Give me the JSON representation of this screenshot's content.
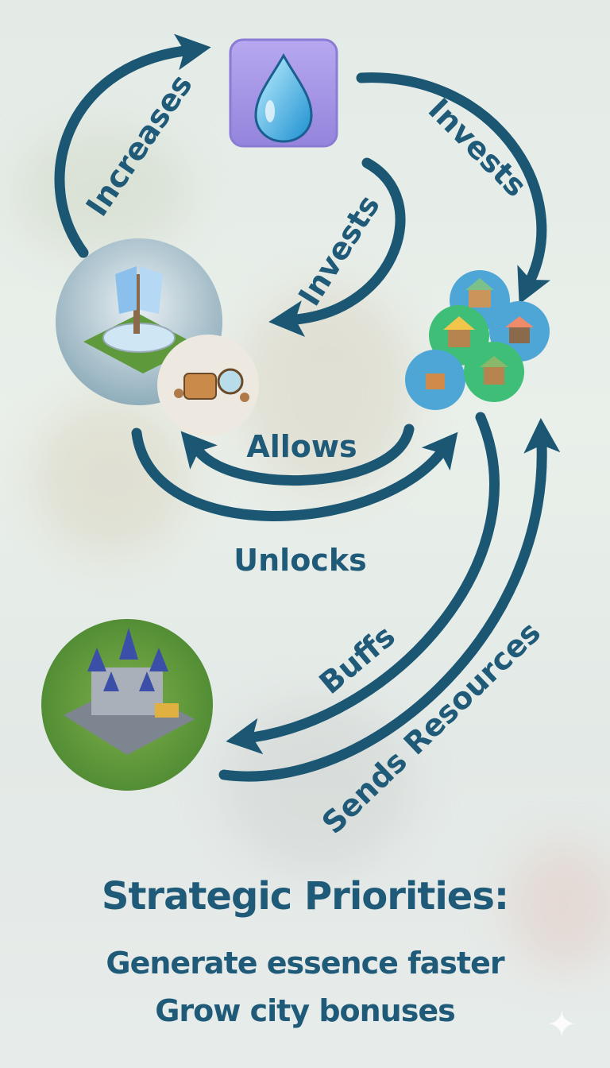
{
  "colors": {
    "text": "#1f5a78",
    "arrow": "#1b5673",
    "tile": "#a89be8"
  },
  "nodes": {
    "essence": {
      "icon": "water-drop-icon"
    },
    "fountain": {
      "icon": "fountain-icon"
    },
    "workshop": {
      "icon": "workshop-icon"
    },
    "buildings": {
      "icon": "building-cluster-icon"
    },
    "castle": {
      "icon": "castle-icon"
    }
  },
  "labels": {
    "increases": "Increases",
    "invests_right": "Invests",
    "invests_middle": "Invests",
    "allows": "Allows",
    "unlocks": "Unlocks",
    "buffs": "Buffs",
    "sends_resources": "Sends Resources"
  },
  "footer": {
    "title": "Strategic Priorities:",
    "line1": "Generate essence faster",
    "line2": "Grow city bonuses"
  },
  "watermark": {
    "icon": "sparkle-icon"
  }
}
